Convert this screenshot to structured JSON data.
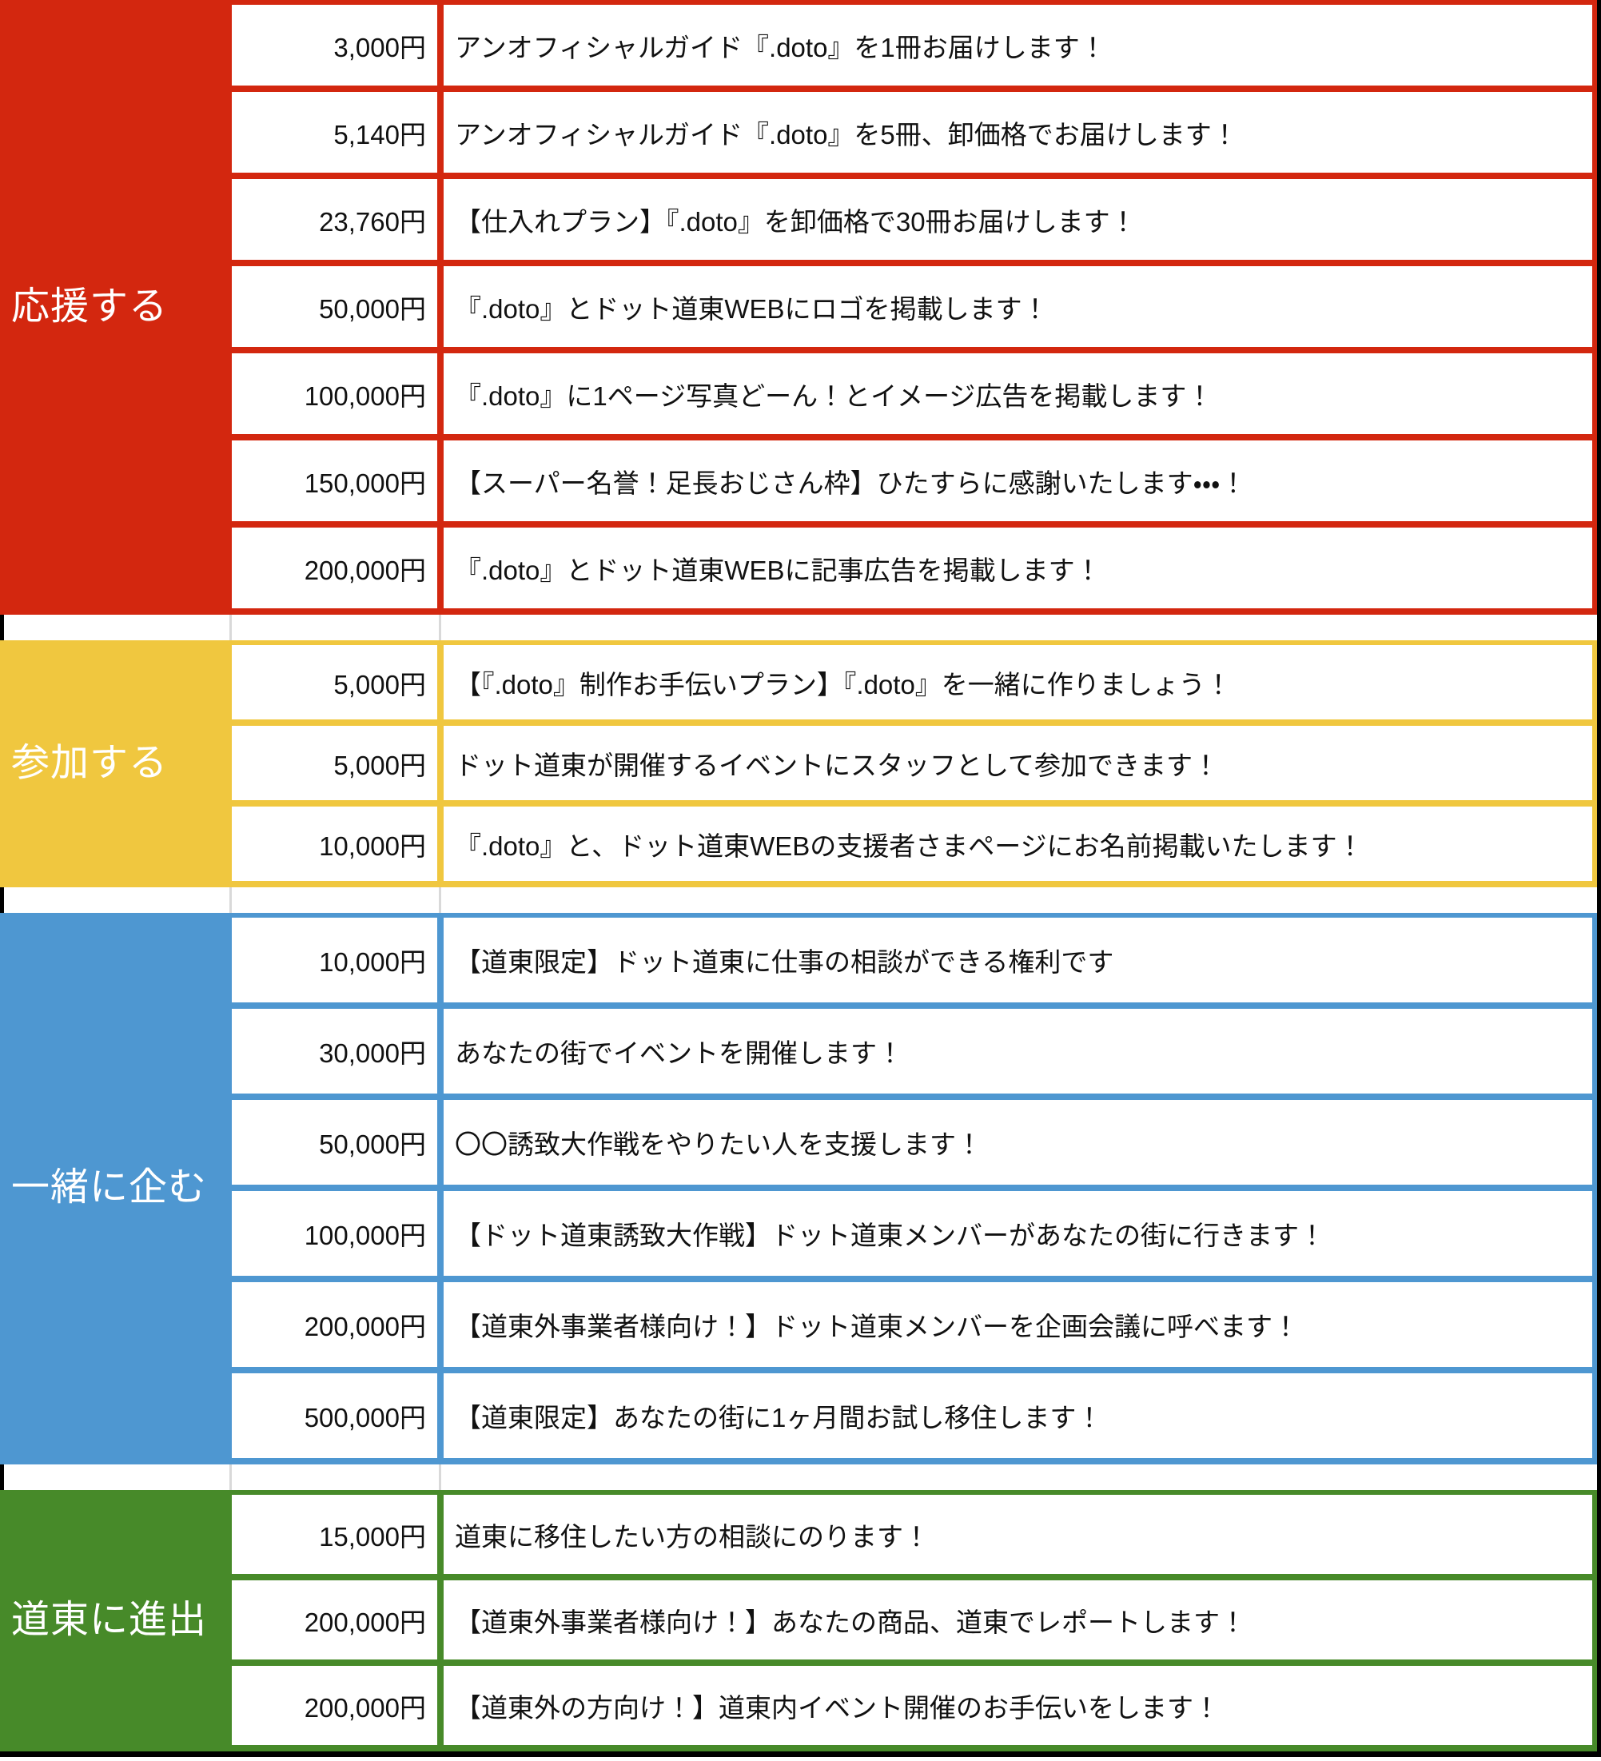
{
  "table": {
    "price_column_suffix": "円",
    "sections": [
      {
        "id": "support",
        "label": "応援する",
        "color": "#d3270f",
        "rows": [
          {
            "price": "3,000円",
            "desc": "アンオフィシャルガイド『.doto』を1冊お届けします！"
          },
          {
            "price": "5,140円",
            "desc": "アンオフィシャルガイド『.doto』を5冊、卸価格でお届けします！"
          },
          {
            "price": "23,760円",
            "desc": "【仕入れプラン】『.doto』を卸価格で30冊お届けします！"
          },
          {
            "price": "50,000円",
            "desc": "『.doto』とドット道東WEBにロゴを掲載します！"
          },
          {
            "price": "100,000円",
            "desc": "『.doto』に1ページ写真どーん！とイメージ広告を掲載します！"
          },
          {
            "price": "150,000円",
            "desc": "【スーパー名誉！足長おじさん枠】ひたすらに感謝いたします・・・！"
          },
          {
            "price": "200,000円",
            "desc": "『.doto』とドット道東WEBに記事広告を掲載します！"
          }
        ]
      },
      {
        "id": "join",
        "label": "参加する",
        "color": "#f0c73f",
        "rows": [
          {
            "price": "5,000円",
            "desc": "【『.doto』制作お手伝いプラン】『.doto』を一緒に作りましょう！"
          },
          {
            "price": "5,000円",
            "desc": "ドット道東が開催するイベントにスタッフとして参加できます！"
          },
          {
            "price": "10,000円",
            "desc": "『.doto』と、ドット道東WEBの支援者さまページにお名前掲載いたします！"
          }
        ]
      },
      {
        "id": "plot",
        "label": "一緒に企む",
        "color": "#4e97d1",
        "rows": [
          {
            "price": "10,000円",
            "desc": "【道東限定】ドット道東に仕事の相談ができる権利です"
          },
          {
            "price": "30,000円",
            "desc": "あなたの街でイベントを開催します！"
          },
          {
            "price": "50,000円",
            "desc": "〇〇誘致大作戦をやりたい人を支援します！"
          },
          {
            "price": "100,000円",
            "desc": "【ドット道東誘致大作戦】ドット道東メンバーがあなたの街に行きます！"
          },
          {
            "price": "200,000円",
            "desc": "【道東外事業者様向け！】ドット道東メンバーを企画会議に呼べます！"
          },
          {
            "price": "500,000円",
            "desc": "【道東限定】あなたの街に1ヶ月間お試し移住します！"
          }
        ]
      },
      {
        "id": "expand",
        "label": "道東に進出",
        "color": "#478a29",
        "rows": [
          {
            "price": "15,000円",
            "desc": "道東に移住したい方の相談にのります！"
          },
          {
            "price": "200,000円",
            "desc": "【道東外事業者様向け！】あなたの商品、道東でレポートします！"
          },
          {
            "price": "200,000円",
            "desc": "【道東外の方向け！】道東内イベント開催のお手伝いをします！"
          }
        ]
      }
    ]
  },
  "colors": {
    "section_support": "#d3270f",
    "section_join": "#f0c73f",
    "section_plot": "#4e97d1",
    "section_expand": "#478a29",
    "outer_border": "#000000",
    "grid_line": "#d9d9d9",
    "cell_background": "#ffffff",
    "cell_text": "#111111",
    "label_text": "#ffffff"
  }
}
